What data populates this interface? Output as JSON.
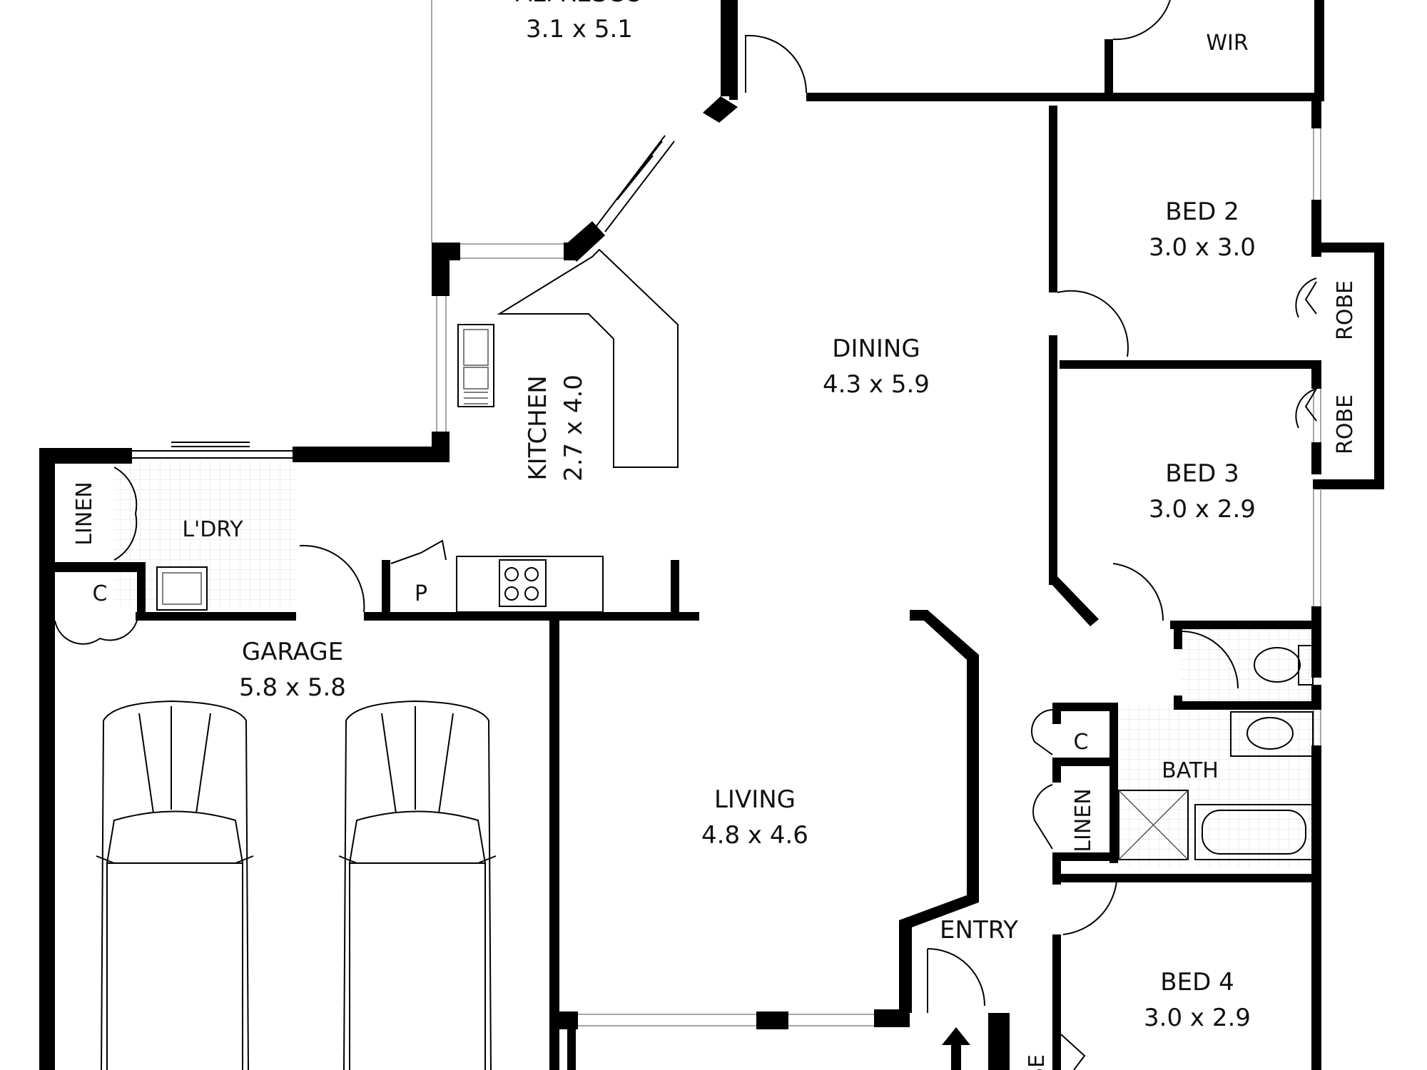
{
  "rooms": {
    "alfresco": {
      "name": "ALFRESCO",
      "dims": "3.1 x 5.1"
    },
    "wir": {
      "name": "WIR"
    },
    "bed2": {
      "name": "BED 2",
      "dims": "3.0 x 3.0"
    },
    "robe_bed2": {
      "name": "ROBE"
    },
    "robe_bed3": {
      "name": "ROBE"
    },
    "dining": {
      "name": "DINING",
      "dims": "4.3 x 5.9"
    },
    "kitchen": {
      "name": "KITCHEN",
      "dims": "2.7 x 4.0"
    },
    "bed3": {
      "name": "BED 3",
      "dims": "3.0 x 2.9"
    },
    "laundry": {
      "name": "L'DRY"
    },
    "linen_laundry": {
      "name": "LINEN"
    },
    "cupboard_laundry": {
      "name": "C"
    },
    "pantry": {
      "name": "P"
    },
    "garage": {
      "name": "GARAGE",
      "dims": "5.8 x 5.8"
    },
    "living": {
      "name": "LIVING",
      "dims": "4.8 x 4.6"
    },
    "cupboard_hall": {
      "name": "C"
    },
    "linen_hall": {
      "name": "LINEN"
    },
    "bath": {
      "name": "BATH"
    },
    "entry": {
      "name": "ENTRY"
    },
    "bed4": {
      "name": "BED 4",
      "dims": "3.0 x 2.9"
    },
    "robe_bed4": {
      "name": "ROBE"
    }
  }
}
